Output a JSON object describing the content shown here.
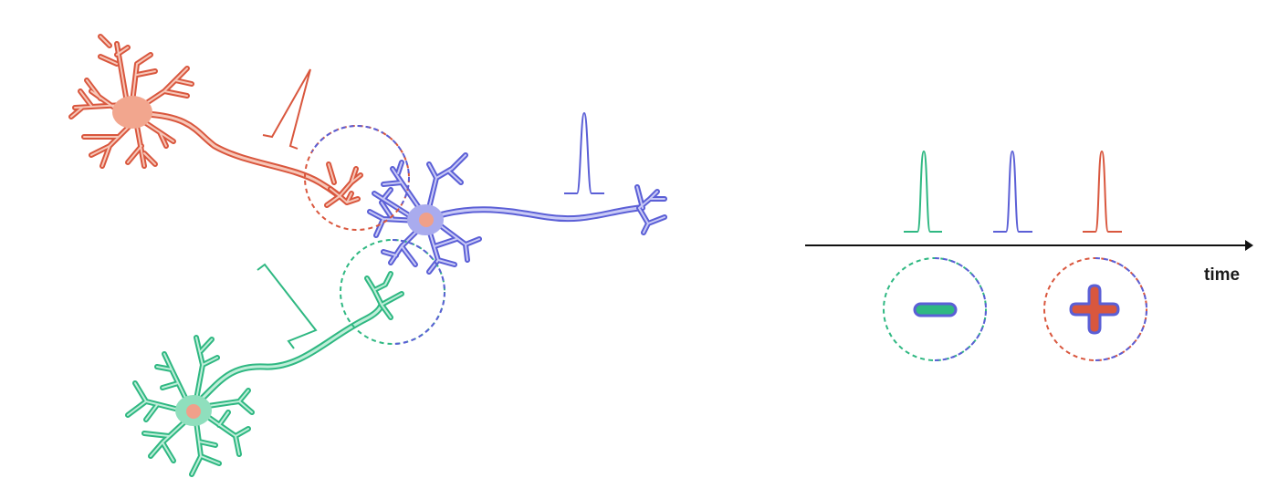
{
  "diagram": {
    "axis_label": "time",
    "neurons": [
      {
        "id": "red",
        "color": "#d9573e",
        "fill": "#f2a68e"
      },
      {
        "id": "blue",
        "color": "#5b5fd6",
        "fill": "#a9abee"
      },
      {
        "id": "green",
        "color": "#2fb882",
        "fill": "#8fdfbd"
      }
    ],
    "soma_nucleus_color": "#f0a08a",
    "timeline": {
      "spike_order": [
        "green",
        "blue",
        "red"
      ],
      "symbols": [
        {
          "sign": "−",
          "meaning": "inhibitory",
          "ring_colors": [
            "#2fb882",
            "#5b5fd6"
          ],
          "fill": "#2fb882"
        },
        {
          "sign": "+",
          "meaning": "excitatory",
          "ring_colors": [
            "#d9573e",
            "#5b5fd6"
          ],
          "fill": "#d9573e"
        }
      ]
    }
  }
}
